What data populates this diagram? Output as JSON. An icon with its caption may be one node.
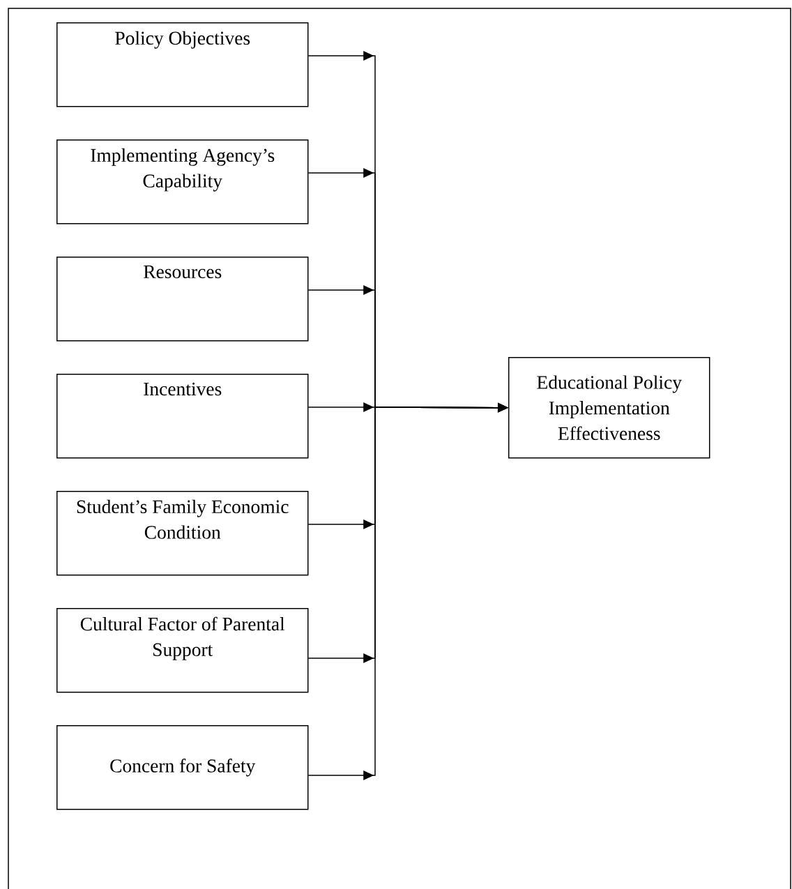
{
  "diagram": {
    "nodes": [
      {
        "text": [
          "Policy Objectives"
        ]
      },
      {
        "text": [
          "Implementing Agency’s Capability"
        ]
      },
      {
        "text": [
          "Resources"
        ]
      },
      {
        "text": [
          "Incentives"
        ]
      },
      {
        "text": [
          "Student’s Family Economic Condition"
        ]
      },
      {
        "text": [
          "Cultural Factor of Parental Support"
        ]
      },
      {
        "text": [
          "Concern for Safety"
        ]
      },
      {
        "text": [
          "Educational Policy Implementation Effectiveness"
        ]
      }
    ],
    "edges": [
      {
        "from": 0,
        "to": 7,
        "arrow": "to"
      },
      {
        "from": 1,
        "to": 7,
        "arrow": "to"
      },
      {
        "from": 2,
        "to": 7,
        "arrow": "to"
      },
      {
        "from": 3,
        "to": 7,
        "arrow": "to"
      },
      {
        "from": 4,
        "to": 7,
        "arrow": "to"
      },
      {
        "from": 5,
        "to": 7,
        "arrow": "to"
      },
      {
        "from": 6,
        "to": 7,
        "arrow": "to"
      }
    ]
  }
}
